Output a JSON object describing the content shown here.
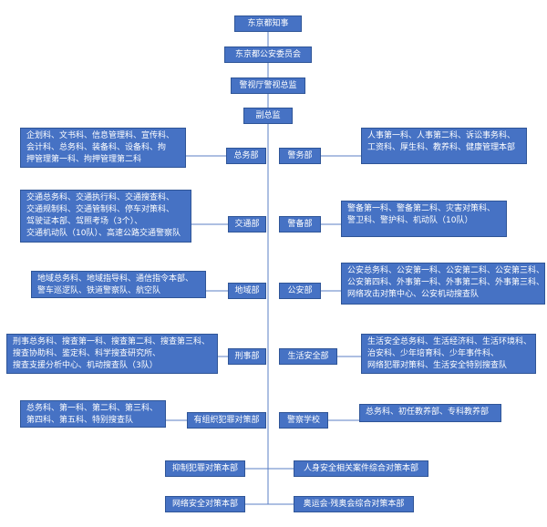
{
  "chain": [
    {
      "id": "governor",
      "label": "东京都知事"
    },
    {
      "id": "commission",
      "label": "东京都公安委员会"
    },
    {
      "id": "superintendent",
      "label": "警视厅警视总监"
    },
    {
      "id": "deputy",
      "label": "副总监"
    }
  ],
  "left_departments": [
    {
      "id": "general-affairs",
      "label": "总务部",
      "units": [
        "企划科、文书科、信息管理科、宣传科、",
        "会计科、总务科、装备科、设备科、拘",
        "押管理第一科、拘押管理第二科"
      ]
    },
    {
      "id": "traffic",
      "label": "交通部",
      "units": [
        "交通总务科、交通执行科、交通搜查科、",
        "交通规制科、交通管制科、停车对策科、",
        "驾驶证本部、驾照考场（3个）、",
        "交通机动队（10队）、高速公路交通警察队"
      ]
    },
    {
      "id": "community",
      "label": "地域部",
      "units": [
        "地域总务科、地域指导科、通信指令本部、",
        "警车巡逻队、铁道警察队、航空队"
      ]
    },
    {
      "id": "criminal",
      "label": "刑事部",
      "units": [
        "刑事总务科、搜查第一科、搜查第二科、搜查第三科、",
        "搜查协助科、鉴定科、科学搜查研究所、",
        "搜查支援分析中心、机动搜查队（3队）"
      ]
    },
    {
      "id": "organized-crime",
      "label": "有组织犯罪对策部",
      "units": [
        "总务科、第一科、第二科、第三科、",
        "第四科、第五科、特别搜查队"
      ]
    },
    {
      "id": "crime-deterrence",
      "label": "抑制犯罪对策本部",
      "units": []
    },
    {
      "id": "cybersecurity",
      "label": "网络安全对策本部",
      "units": []
    }
  ],
  "right_departments": [
    {
      "id": "police-affairs",
      "label": "警务部",
      "units": [
        "人事第一科、人事第二科、诉讼事务科、",
        "工资科、厚生科、教养科、健康管理本部"
      ]
    },
    {
      "id": "security",
      "label": "警备部",
      "units": [
        "警备第一科、警备第二科、灾害对策科、",
        "警卫科、警护科、机动队（10队）"
      ]
    },
    {
      "id": "public-security",
      "label": "公安部",
      "units": [
        "公安总务科、公安第一科、公安第二科、公安第三科、",
        "公安第四科、外事第一科、外事第二科、外事第三科、",
        "网络攻击对策中心、公安机动搜查队"
      ]
    },
    {
      "id": "community-safety",
      "label": "生活安全部",
      "units": [
        "生活安全总务科、生活经济科、生活环境科、",
        "治安科、少年培育科、少年事件科、",
        "网络犯罪对策科、生活安全特别搜查队"
      ]
    },
    {
      "id": "police-school",
      "label": "警察学校",
      "units": [
        "总务科、初任教养部、专科教养部"
      ]
    },
    {
      "id": "personal-safety",
      "label": "人身安全相关案件综合对策本部",
      "units": []
    },
    {
      "id": "olympics",
      "label": "奥运会·残奥会综合对策本部",
      "units": []
    }
  ],
  "colors": {
    "box_fill": "#4672c4",
    "box_border": "#2f5597",
    "line": "#5b7fc4"
  }
}
